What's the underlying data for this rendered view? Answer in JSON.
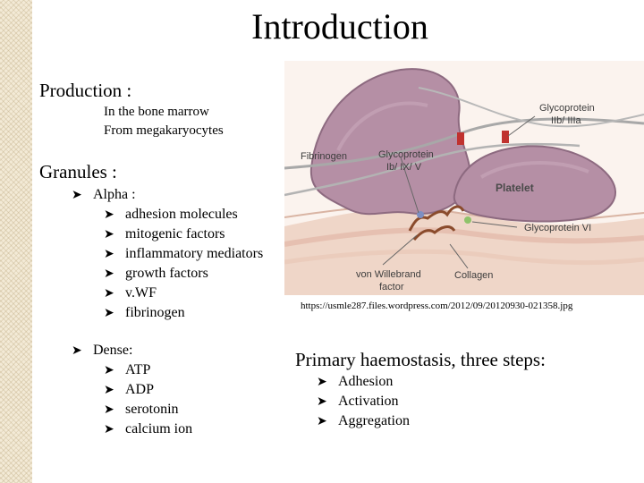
{
  "title": "Introduction",
  "production": {
    "heading": "Production :",
    "lines": [
      "In the bone marrow",
      "From megakaryocytes"
    ]
  },
  "granules": {
    "heading": "Granules :",
    "alpha": {
      "label": "Alpha :",
      "items": [
        "adhesion molecules",
        "mitogenic factors",
        "inflammatory mediators",
        "growth factors",
        "v.WF",
        "fibrinogen"
      ]
    },
    "dense": {
      "label": "Dense:",
      "items": [
        "ATP",
        "ADP",
        "serotonin",
        "calcium ion"
      ]
    }
  },
  "figure": {
    "labels": {
      "glycoprotein_iib": "Glycoprotein",
      "glycoprotein_iib_2": "IIb/ IIIa",
      "fibrinogen": "Fibrinogen",
      "glycoprotein_ib": "Glycoprotein",
      "glycoprotein_ib_2": "Ib/ IX/ V",
      "platelet": "Platelet",
      "glycoprotein_vi": "Glycoprotein VI",
      "vwf": "von Willebrand",
      "vwf_2": "factor",
      "collagen": "Collagen"
    },
    "source_url": "https://usmle287.files.wordpress.com/2012/09/20120930-021358.jpg"
  },
  "primary": {
    "heading": "Primary haemostasis, three steps:",
    "steps": [
      "Adhesion",
      "Activation",
      "Aggregation"
    ]
  },
  "colors": {
    "background": "#ffffff",
    "strip": "#f3ead6",
    "platelet": "#b58fa5",
    "tissue": "#efd6c8"
  },
  "icons": {
    "bullet": "arrowhead-bullet-icon"
  }
}
